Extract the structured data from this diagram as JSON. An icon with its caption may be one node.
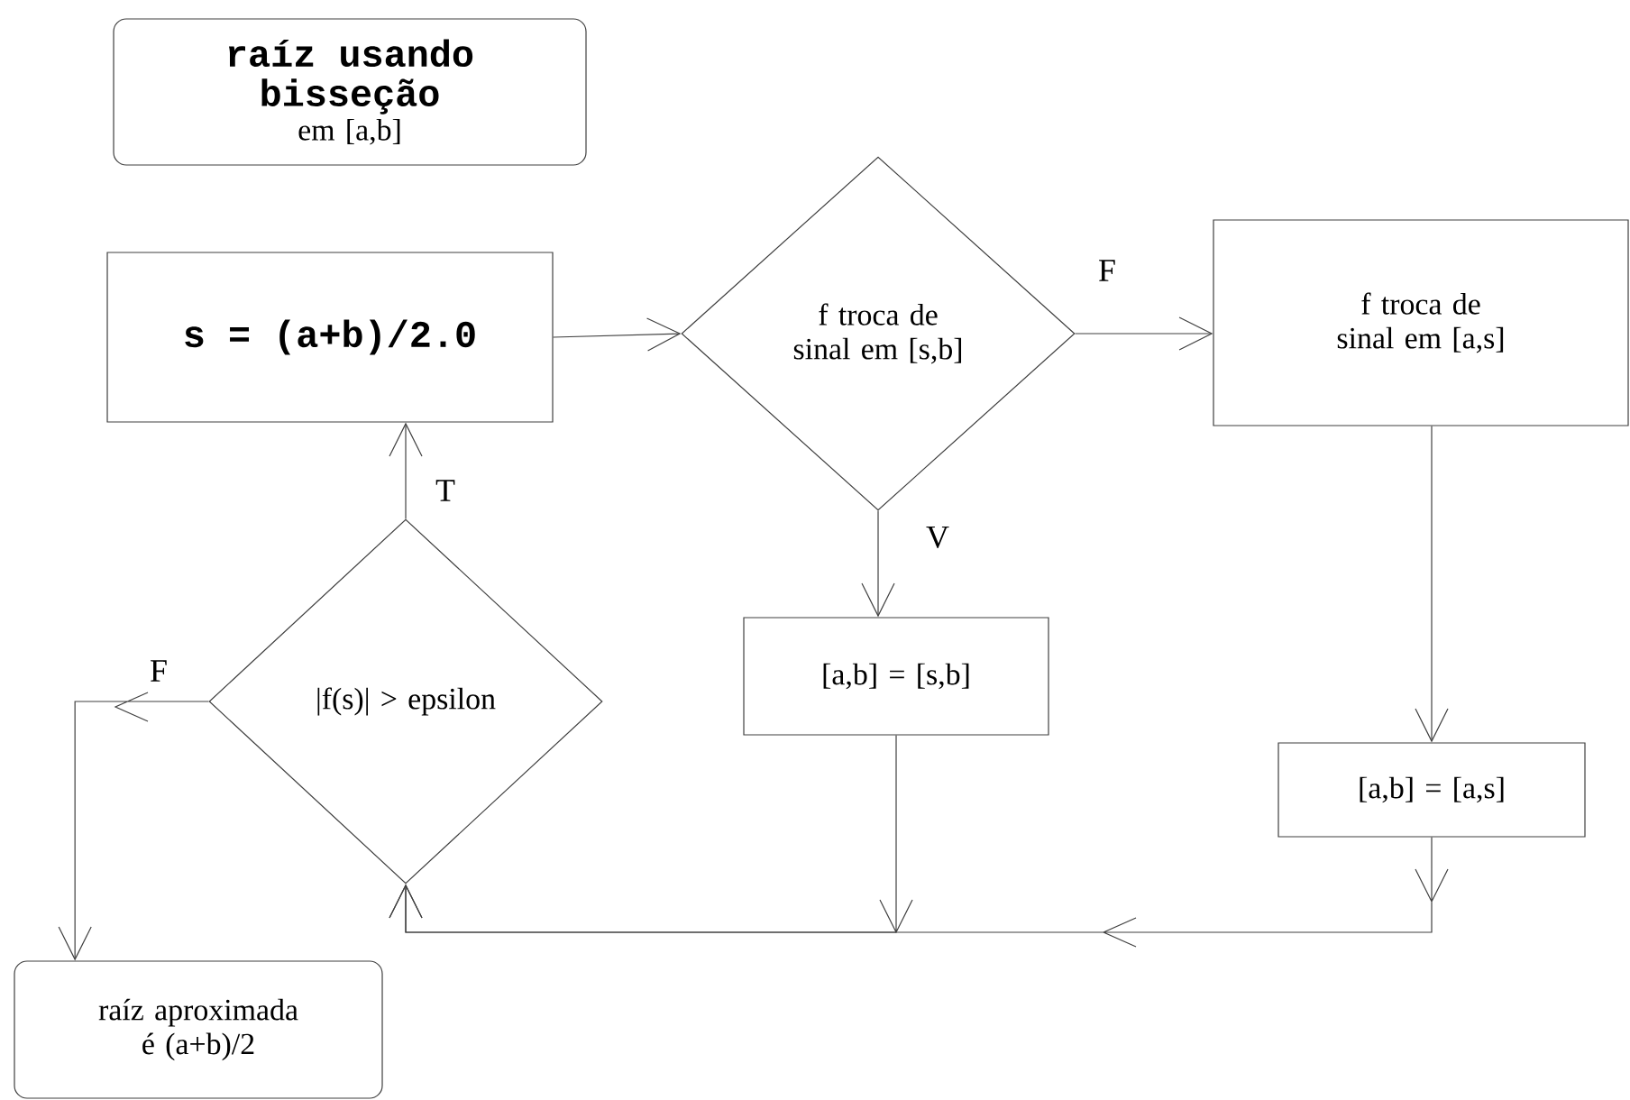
{
  "diagram": {
    "nodes": [
      {
        "text": [
          "raíz usando bisseção",
          "em [a,b]"
        ]
      },
      {
        "text": [
          "s  = (a+b)/2.0"
        ]
      },
      {
        "text": [
          "f troca de sinal em [s,b]"
        ]
      },
      {
        "text": [
          "f troca de sinal em [a,s]"
        ]
      },
      {
        "text": [
          "[a,b] = [s,b]"
        ]
      },
      {
        "text": [
          "[a,b] = [a,s]"
        ]
      },
      {
        "text": [
          "|f(s)| > epsilon"
        ]
      },
      {
        "text": [
          "raíz aproximada é (a+b)/2"
        ]
      }
    ],
    "edges": [
      {
        "from": 1,
        "to": 2,
        "arrow": "to"
      },
      {
        "from": 2,
        "to": 3,
        "arrow": "to",
        "label": "F"
      },
      {
        "from": 2,
        "to": 4,
        "arrow": "to",
        "label": "V"
      },
      {
        "from": 3,
        "to": 5,
        "arrow": "to"
      },
      {
        "from": 4,
        "to": 6,
        "arrow": "to"
      },
      {
        "from": 5,
        "to": 6,
        "arrow": "to"
      },
      {
        "from": 6,
        "to": 1,
        "arrow": "to",
        "label": "T"
      },
      {
        "from": 6,
        "to": 7,
        "arrow": "to",
        "label": "F"
      }
    ]
  }
}
